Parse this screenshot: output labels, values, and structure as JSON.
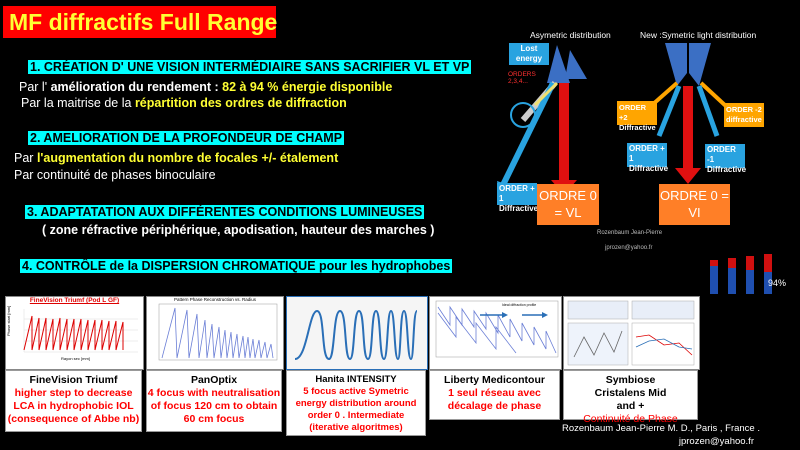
{
  "title": "MF diffractifs Full Range",
  "sections": [
    {
      "heading": "1. CRÉATION D' UNE VISION INTERMÉDIAIRE SANS SACRIFIER VL ET VP",
      "lines": [
        {
          "prefix": "Par l'",
          "bold": " amélioration du  rendement  : ",
          "yellow": "82 à 94 % énergie disponible"
        },
        {
          "prefix": "Par la maitrise de la ",
          "yellow": "répartition des ordres de diffraction"
        }
      ]
    },
    {
      "heading": "2. AMELIORATION DE  LA PROFONDEUR DE CHAMP",
      "lines": [
        {
          "prefix": "Par ",
          "yellow": "l'augmentation du nombre de focales  +/- étalement"
        },
        {
          "prefix": "Par  continuité de phases binoculaire"
        }
      ]
    },
    {
      "heading": "3. ADAPTATATION  AUX DIFFÉRENTES CONDITIONS LUMINEUSES",
      "lines": [
        {
          "bold": "( zone réfractive périphérique, apodisation, hauteur des marches )"
        }
      ]
    },
    {
      "heading": "4. CONTRÔLE de la DISPERSION CHROMATIQUE pour les hydrophobes",
      "lines": []
    }
  ],
  "diagram_left": {
    "title": "Asymetric distribution",
    "lost_energy": "Lost energy",
    "orders": "ORDERS 2,3,4...",
    "order_plus1": "ORDER + 1 Diffractive",
    "ordre0_line1": "ORDRE 0",
    "ordre0_line2": "= VL"
  },
  "diagram_right": {
    "title": "New :Symetric light distribution",
    "order_p2": "ORDER +2 Diffractive",
    "order_m2": "ORDER -2 diffractive",
    "order_p1": "ORDER + 1 Diffractive",
    "order_m1": "ORDER -1 Diffractive",
    "ordre0_line1": "ORDRE 0 =",
    "ordre0_line2": "VI"
  },
  "credit_mid": "Rozenbaum Jean-Pierre",
  "credit_mid_email": "jprozen@yahoo.fr",
  "percent": "94%",
  "thumbs": {
    "finevision_title": "FineVision Triumf (Pod L GF)",
    "finevision_ylabel": "Phase start [mm]",
    "finevision_xlabel": "Rayon sec [mm]",
    "panoptix_title": "Pattern Phase Reconstruction vs. Radius",
    "liberty_legend": "Ideal diffraction profile"
  },
  "captions": [
    {
      "title": "FineVision Triumf",
      "red": "higher step to decrease LCA in hydrophobic IOL (consequence of Abbe nb)"
    },
    {
      "title": "PanOptix",
      "red": "4 focus with neutralisation of focus 120 cm to obtain 60 cm focus"
    },
    {
      "title": "Hanita INTENSITY",
      "red": "5  focus active Symetric energy distribution around order 0 . Intermediate (iterative algoritmes)"
    },
    {
      "title": "Liberty Medicontour",
      "red": "1 seul réseau avec décalage de phase"
    },
    {
      "title": "Symbiose Cristalens Mid and +",
      "red": "Continuité de Phase"
    }
  ],
  "footer_credit": "Rozenbaum Jean-Pierre M. D., Paris , France .",
  "footer_email": "jprozen@yahoo.fr",
  "colors": {
    "title_bg": "#ff0000",
    "title_text": "#ffff33",
    "heading_bg": "#00ffff",
    "ordre": "#ff7f27",
    "blue": "#29a3e0",
    "orange": "#ffa500"
  }
}
